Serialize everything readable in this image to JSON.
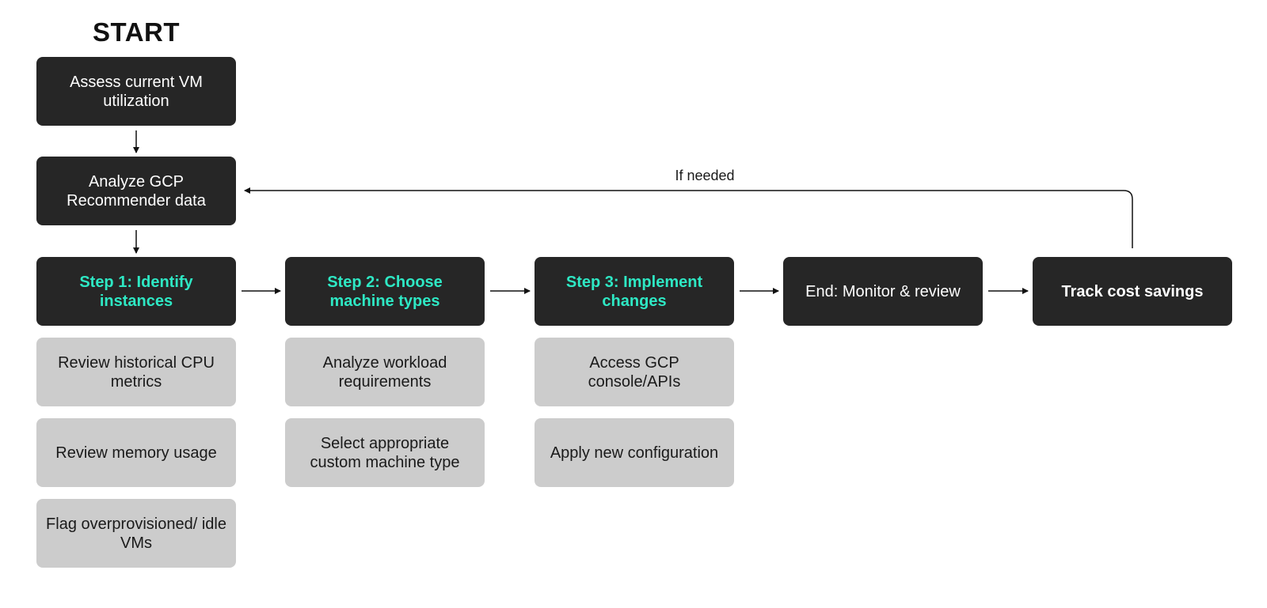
{
  "start_label": "START",
  "nodes": {
    "assess": "Assess current VM utilization",
    "analyze": "Analyze GCP Recommender data",
    "step1": "Step 1: Identify instances",
    "step2": "Step 2: Choose machine types",
    "step3": "Step 3: Implement changes",
    "end": "End: Monitor & review",
    "track": "Track cost savings"
  },
  "substeps": {
    "step1": [
      "Review historical CPU metrics",
      "Review memory usage",
      "Flag overprovisioned/ idle VMs"
    ],
    "step2": [
      "Analyze workload requirements",
      "Select appropriate custom machine type"
    ],
    "step3": [
      "Access GCP console/APIs",
      "Apply new configuration"
    ]
  },
  "loop_label": "If needed",
  "colors": {
    "dark_box": "#262626",
    "light_box": "#cccccc",
    "step_accent": "#2ee8c4",
    "line": "#111111"
  }
}
